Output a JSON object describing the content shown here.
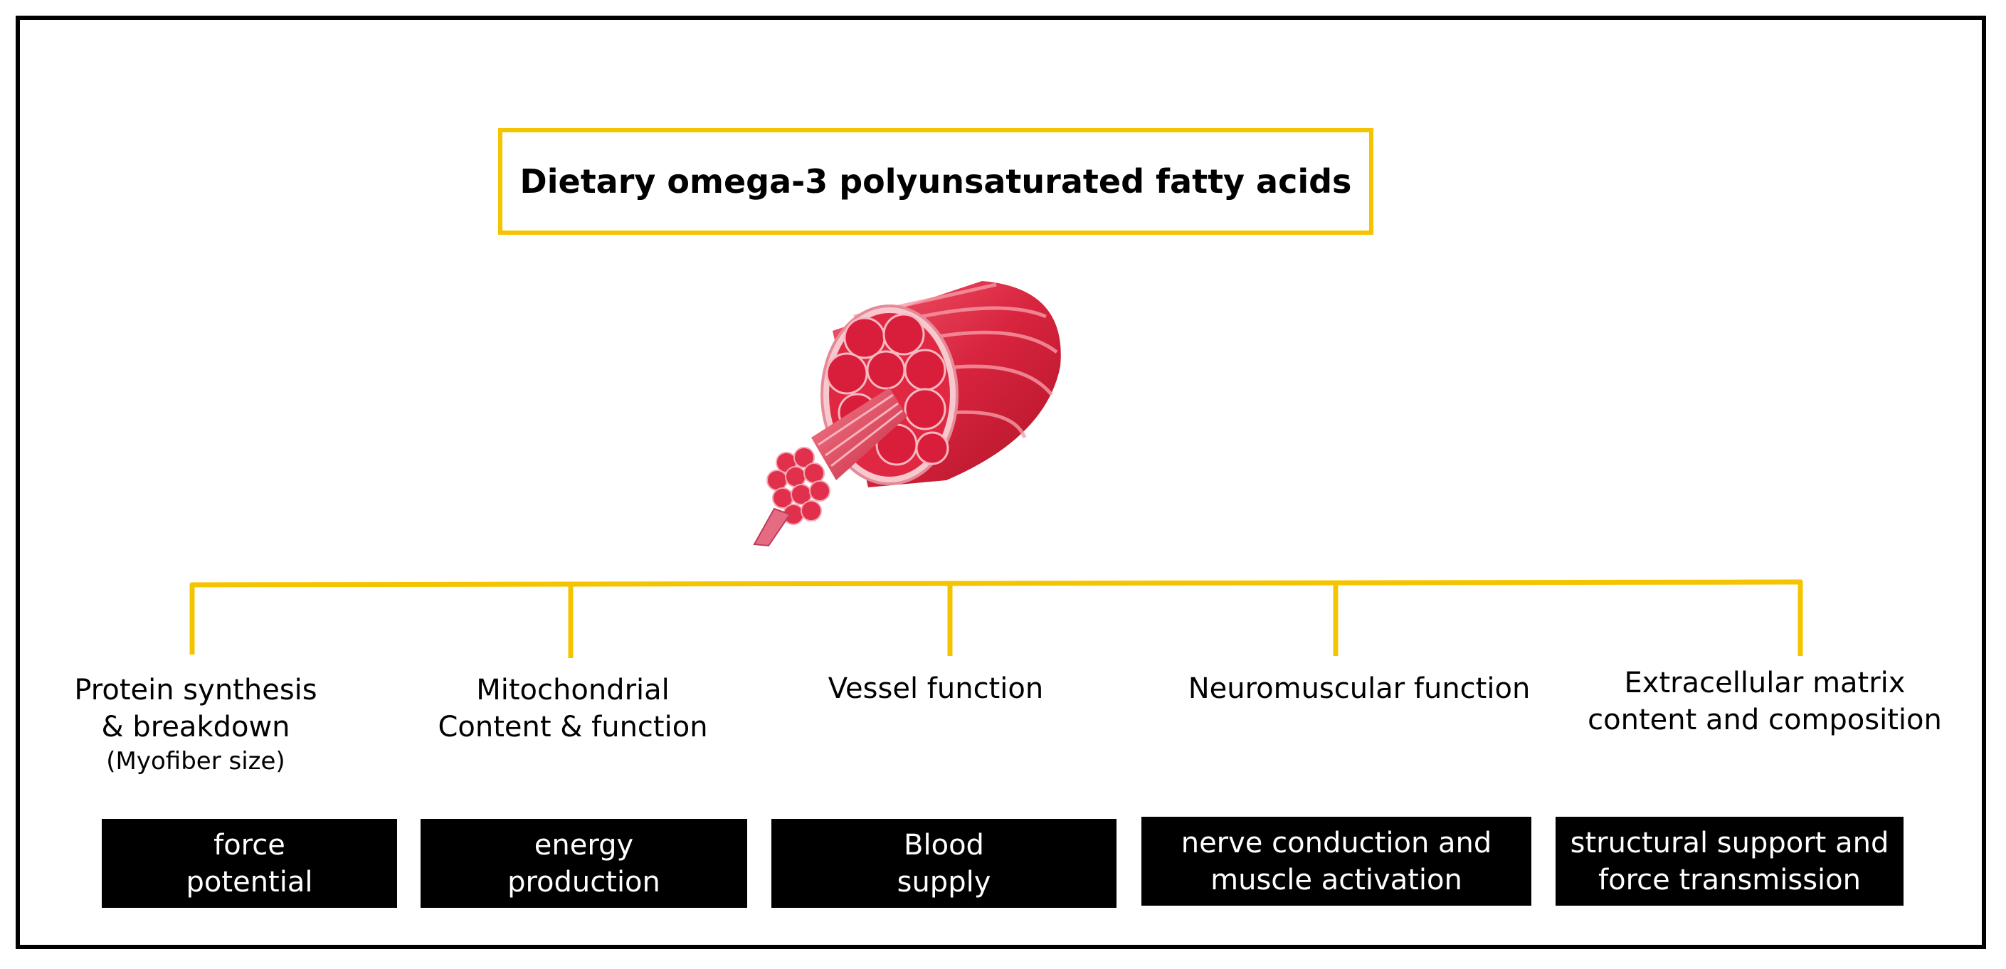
{
  "title": "Dietary omega-3 polyunsaturated fatty acids",
  "colors": {
    "accent": "#f5c400",
    "frame": "#000000",
    "box_bg": "#000000",
    "box_text": "#ffffff"
  },
  "categories": [
    {
      "line1": "Protein synthesis",
      "line2": "& breakdown",
      "sub": "(Myofiber size)",
      "outcome": "force\npotential"
    },
    {
      "line1": "Mitochondrial",
      "line2": "Content & function",
      "sub": "",
      "outcome": "energy\nproduction"
    },
    {
      "line1": "Vessel function",
      "line2": "",
      "sub": "",
      "outcome": "Blood\nsupply"
    },
    {
      "line1": "Neuromuscular function",
      "line2": "",
      "sub": "",
      "outcome": "nerve conduction and\nmuscle activation"
    },
    {
      "line1": "Extracellular matrix",
      "line2": "content and composition",
      "sub": "",
      "outcome": "structural support and\nforce transmission"
    }
  ],
  "illustration": "muscle-fiber-illustration"
}
